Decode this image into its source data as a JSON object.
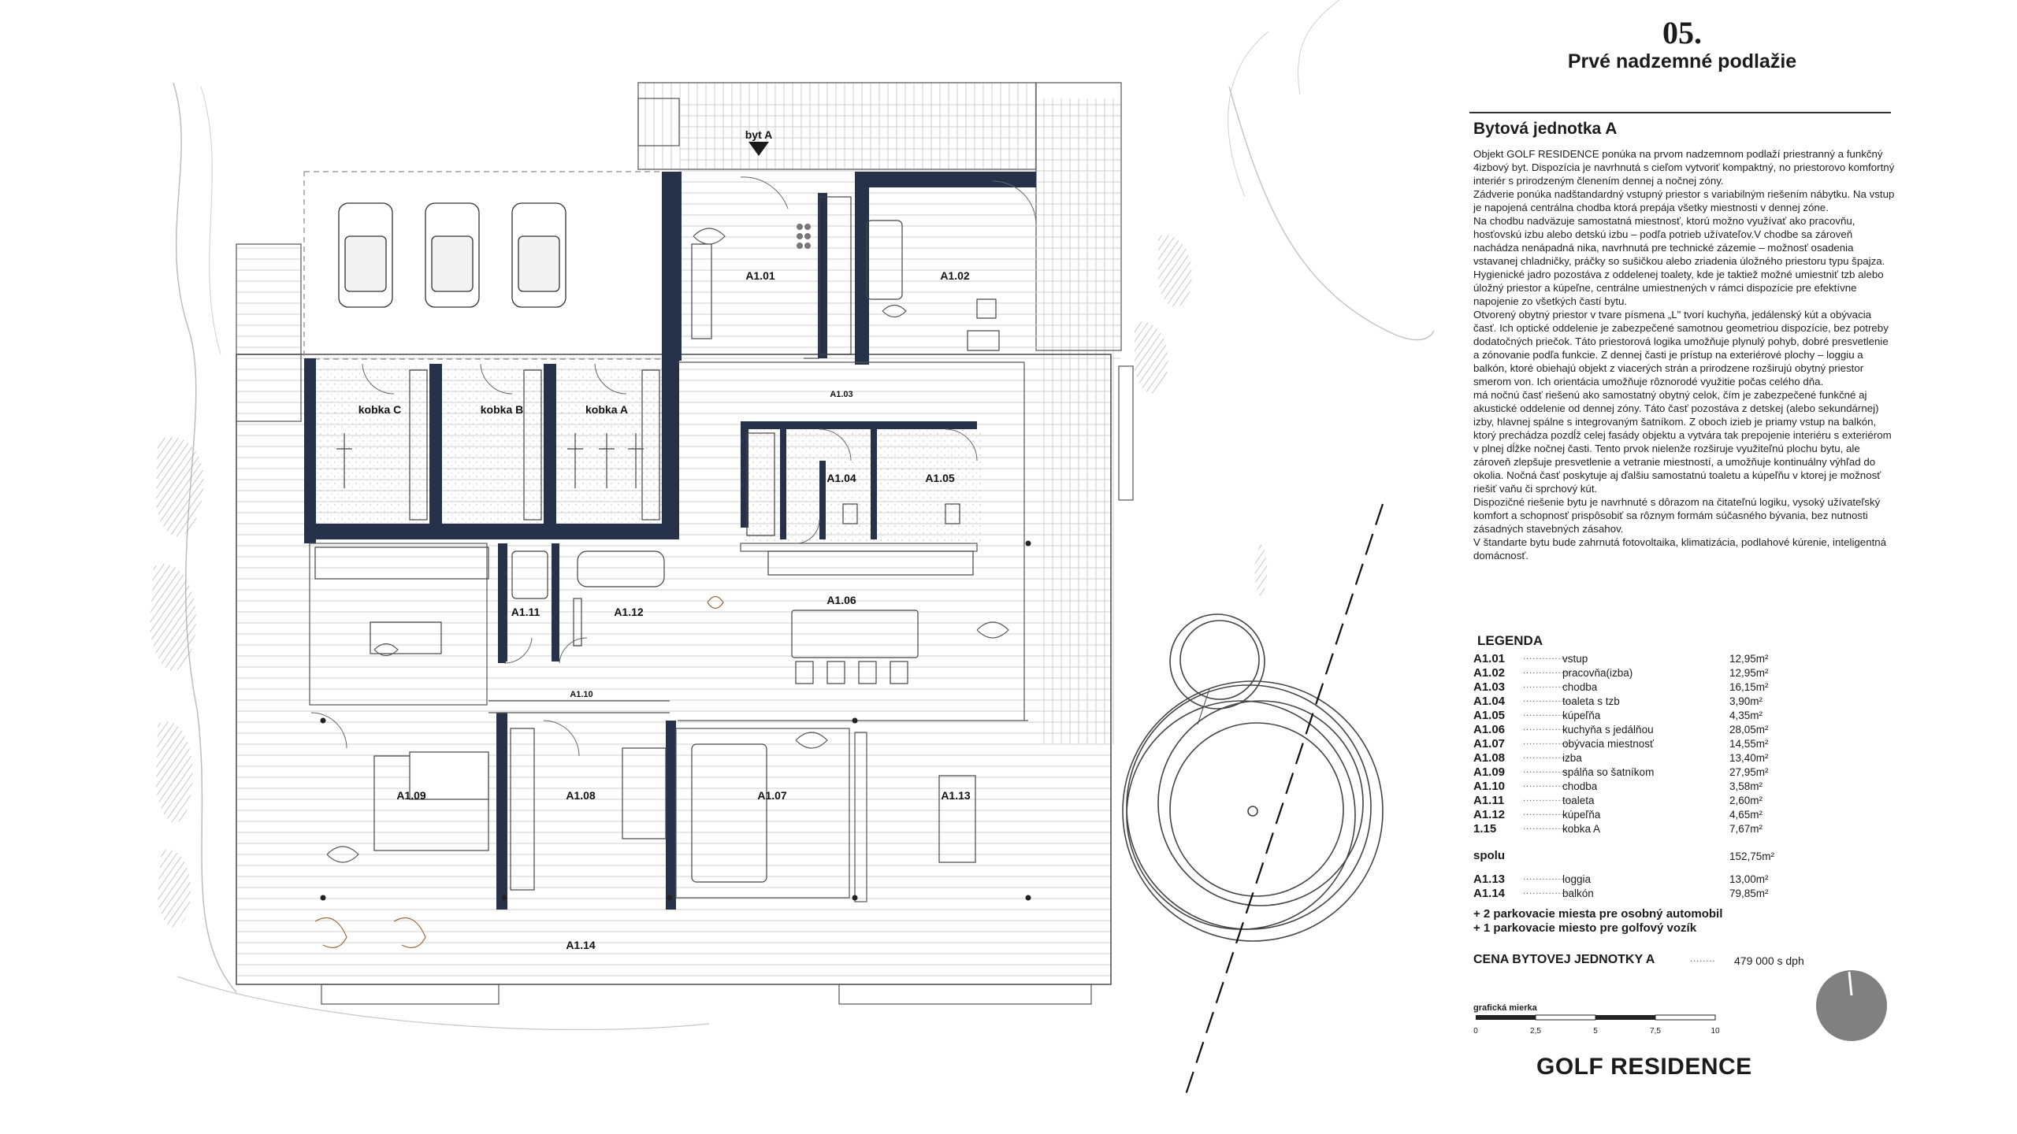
{
  "page": {
    "number": "05.",
    "floor_title": "Prvé nadzemné podlažie"
  },
  "unit": {
    "title": "Bytová jednotka A",
    "paragraphs": [
      "Objekt GOLF RESIDENCE ponúka na prvom nadzemnom podlaží priestranný a funkčný 4izbový byt. Dispozícia je navrhnutá s cieľom vytvoriť kompaktný, no priestorovo komfortný interiér s prirodzeným členením dennej a nočnej zóny.",
      "Zádverie ponúka nadštandardný vstupný priestor s variabilným riešením nábytku. Na vstup je napojená centrálna chodba ktorá prepája všetky miestnosti v dennej zóne.",
      "Na chodbu nadväzuje samostatná miestnosť, ktorú možno využívať ako pracovňu, hosťovskú izbu alebo detskú izbu – podľa potrieb užívateľov.V chodbe sa zároveň nachádza nenápadná nika, navrhnutá pre technické zázemie – možnosť osadenia vstavanej chladničky, práčky so sušičkou alebo zriadenia úložného priestoru typu špajza.",
      "Hygienické jadro pozostáva z oddelenej toalety, kde je taktiež možné umiestniť tzb alebo úložný priestor a kúpeľne, centrálne umiestnených v rámci dispozície pre efektívne napojenie zo všetkých častí bytu.",
      "Otvorený obytný priestor v tvare písmena „L\" tvorí kuchyňa, jedálenský kút a obývacia časť. Ich optické oddelenie je zabezpečené samotnou geometriou dispozície, bez potreby dodatočných priečok. Táto priestorová logika umožňuje plynulý pohyb, dobré presvetlenie a zónovanie podľa funkcie. Z dennej časti je prístup na exteriérové plochy – loggiu a balkón, ktoré obiehajú objekt z viacerých strán a prirodzene rozširujú obytný priestor smerom von. Ich orientácia umožňuje rôznorodé využitie počas celého dňa.",
      "má nočnú časť riešenú ako samostatný obytný celok, čím je zabezpečené funkčné aj akustické oddelenie od dennej zóny. Táto časť pozostáva z detskej (alebo sekundárnej) izby, hlavnej spálne s integrovaným šatníkom. Z oboch izieb je priamy vstup na balkón, ktorý prechádza pozdĺž celej fasády objektu a vytvára tak prepojenie interiéru s exteriérom v plnej dĺžke nočnej časti. Tento prvok nielenže rozširuje využiteľnú plochu bytu, ale zároveň zlepšuje presvetlenie a vetranie miestností, a umožňuje kontinuálny výhľad do okolia. Nočná časť poskytuje aj ďalšiu samostatnú toaletu a kúpeľňu v ktorej je možnosť riešiť vaňu či sprchový kút.",
      "Dispozičné riešenie bytu je navrhnuté s dôrazom na čitateľnú logiku, vysoký užívateľský komfort a schopnosť prispôsobiť sa rôznym formám súčasného bývania, bez nutnosti zásadných stavebných zásahov.",
      "V štandarte bytu bude zahrnutá fotovoltaika, klimatizácia, podlahové kúrenie, inteligentná domácnosť."
    ]
  },
  "legend": {
    "title": "LEGENDA",
    "dots": "...............",
    "rooms": [
      {
        "code": "A1.01",
        "name": "vstup",
        "area": "12,95m²"
      },
      {
        "code": "A1.02",
        "name": "pracovňa(izba)",
        "area": "12,95m²"
      },
      {
        "code": "A1.03",
        "name": "chodba",
        "area": "16,15m²"
      },
      {
        "code": "A1.04",
        "name": "toaleta s tzb",
        "area": "3,90m²"
      },
      {
        "code": "A1.05",
        "name": "kúpeľňa",
        "area": "4,35m²"
      },
      {
        "code": "A1.06",
        "name": "kuchyňa s jedálňou",
        "area": "28,05m²"
      },
      {
        "code": "A1.07",
        "name": "obývacia miestnosť",
        "area": "14,55m²"
      },
      {
        "code": "A1.08",
        "name": "izba",
        "area": "13,40m²"
      },
      {
        "code": "A1.09",
        "name": "spálňa so šatníkom",
        "area": "27,95m²"
      },
      {
        "code": "A1.10",
        "name": "chodba",
        "area": "3,58m²"
      },
      {
        "code": "A1.11",
        "name": "toaleta",
        "area": "2,60m²"
      },
      {
        "code": "A1.12",
        "name": "kúpeľňa",
        "area": "4,65m²"
      },
      {
        "code": "1.15",
        "name": "kobka A",
        "area": "7,67m²"
      }
    ],
    "total_label": "spolu",
    "total_area": "152,75m²",
    "outdoor": [
      {
        "code": "A1.13",
        "name": "loggia",
        "area": "13,00m²"
      },
      {
        "code": "A1.14",
        "name": "balkón",
        "area": "79,85m²"
      }
    ],
    "parking": [
      "+ 2 parkovacie miesta pre osobný automobil",
      "+ 1 parkovacie miesto pre golfový vozík"
    ],
    "price_label": "CENA BYTOVEJ JEDNOTKY A",
    "price_dots": "........",
    "price_value": "479 000 s dph"
  },
  "scale": {
    "label": "grafická mierka",
    "ticks": [
      "0",
      "2,5",
      "5",
      "7,5",
      "10"
    ]
  },
  "brand": "GOLF RESIDENCE",
  "plan": {
    "entrance_label": "byt A",
    "cellars": [
      "kobka C",
      "kobka B",
      "kobka A"
    ],
    "room_labels": [
      "A1.01",
      "A1.02",
      "A1.03",
      "A1.04",
      "A1.05",
      "A1.06",
      "A1.07",
      "A1.08",
      "A1.09",
      "A1.10",
      "A1.11",
      "A1.12",
      "A1.13",
      "A1.14"
    ]
  },
  "colors": {
    "wall": "#26324a",
    "ink": "#1b1b1b",
    "line": "#9a9a9a",
    "compass": "#808080"
  }
}
